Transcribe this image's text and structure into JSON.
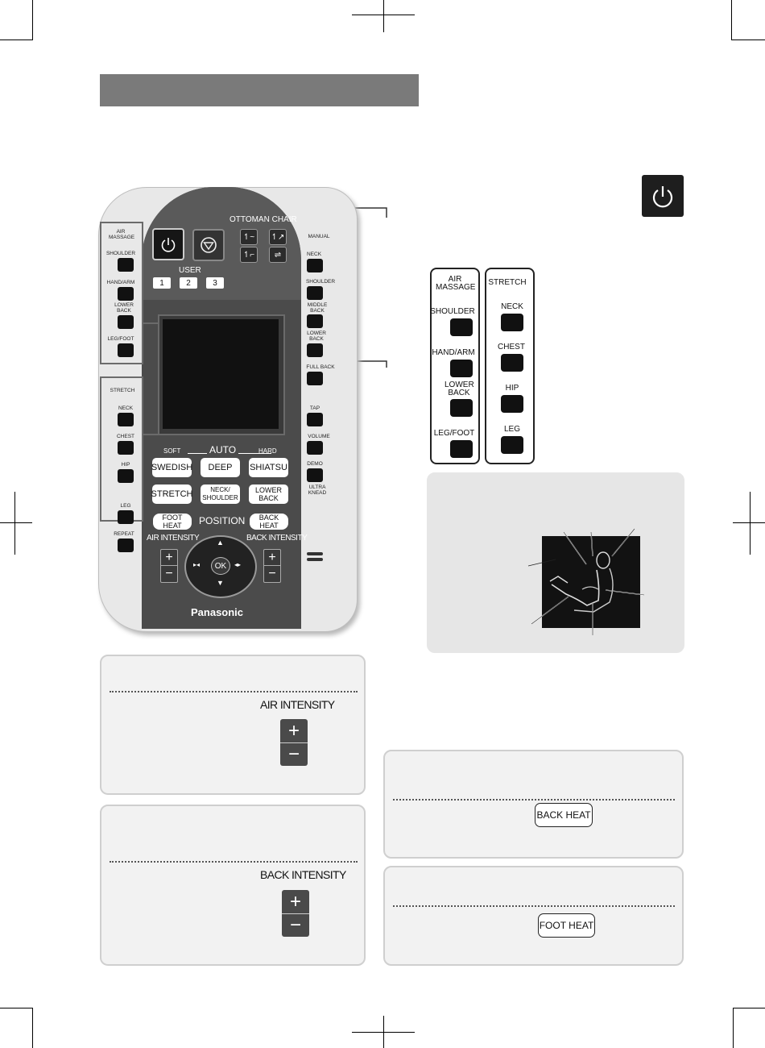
{
  "remote": {
    "ottoman_chair": "OTTOMAN CHAIR",
    "user_label": "USER",
    "user_buttons": [
      "1",
      "2",
      "3"
    ],
    "left_keys": {
      "air_massage": "AIR MASSAGE",
      "shoulder": "SHOULDER",
      "hand_arm": "HAND/ARM",
      "lower_back": "LOWER BACK",
      "leg_foot": "LEG/FOOT",
      "stretch": "STRETCH",
      "neck": "NECK",
      "chest": "CHEST",
      "hip": "HIP",
      "leg": "LEG",
      "repeat": "REPEAT"
    },
    "right_keys": {
      "manual": "MANUAL",
      "neck": "NECK",
      "shoulder": "SHOULDER",
      "middle_back": "MIDDLE BACK",
      "lower_back": "LOWER BACK",
      "full_back": "FULL BACK",
      "tap": "TAP",
      "volume": "VOLUME",
      "demo": "DEMO",
      "ultra_knead": "ULTRA KNEAD"
    },
    "auto": {
      "soft": "SOFT",
      "label": "AUTO",
      "hard": "HARD",
      "programs": [
        "SWEDISH",
        "DEEP",
        "SHIATSU",
        "STRETCH",
        "NECK/ SHOULDER",
        "LOWER BACK"
      ]
    },
    "foot_heat": "FOOT HEAT",
    "position": "POSITION",
    "back_heat": "BACK HEAT",
    "air_intensity": "AIR INTENSITY",
    "back_intensity": "BACK INTENSITY",
    "ok": "OK",
    "brand": "Panasonic",
    "plus": "+",
    "minus": "−"
  },
  "air_panel": {
    "title": "AIR MASSAGE",
    "keys": [
      "SHOULDER",
      "HAND/ARM",
      "LOWER BACK",
      "LEG/FOOT"
    ]
  },
  "stretch_panel": {
    "title": "STRETCH",
    "keys": [
      "NECK",
      "CHEST",
      "HIP",
      "LEG"
    ]
  },
  "boxes": {
    "air_intensity": "AIR INTENSITY",
    "back_intensity": "BACK INTENSITY",
    "back_heat": "BACK HEAT",
    "foot_heat": "FOOT HEAT",
    "plus": "+",
    "minus": "−"
  },
  "icons": [
    "power-icon",
    "stop-icon",
    "ottoman-icon",
    "chair-recline-icon"
  ],
  "colors": {
    "header_bar": "#7a7a7a",
    "remote_center": "#4b4b4b",
    "info_box": "#f2f2f2"
  }
}
